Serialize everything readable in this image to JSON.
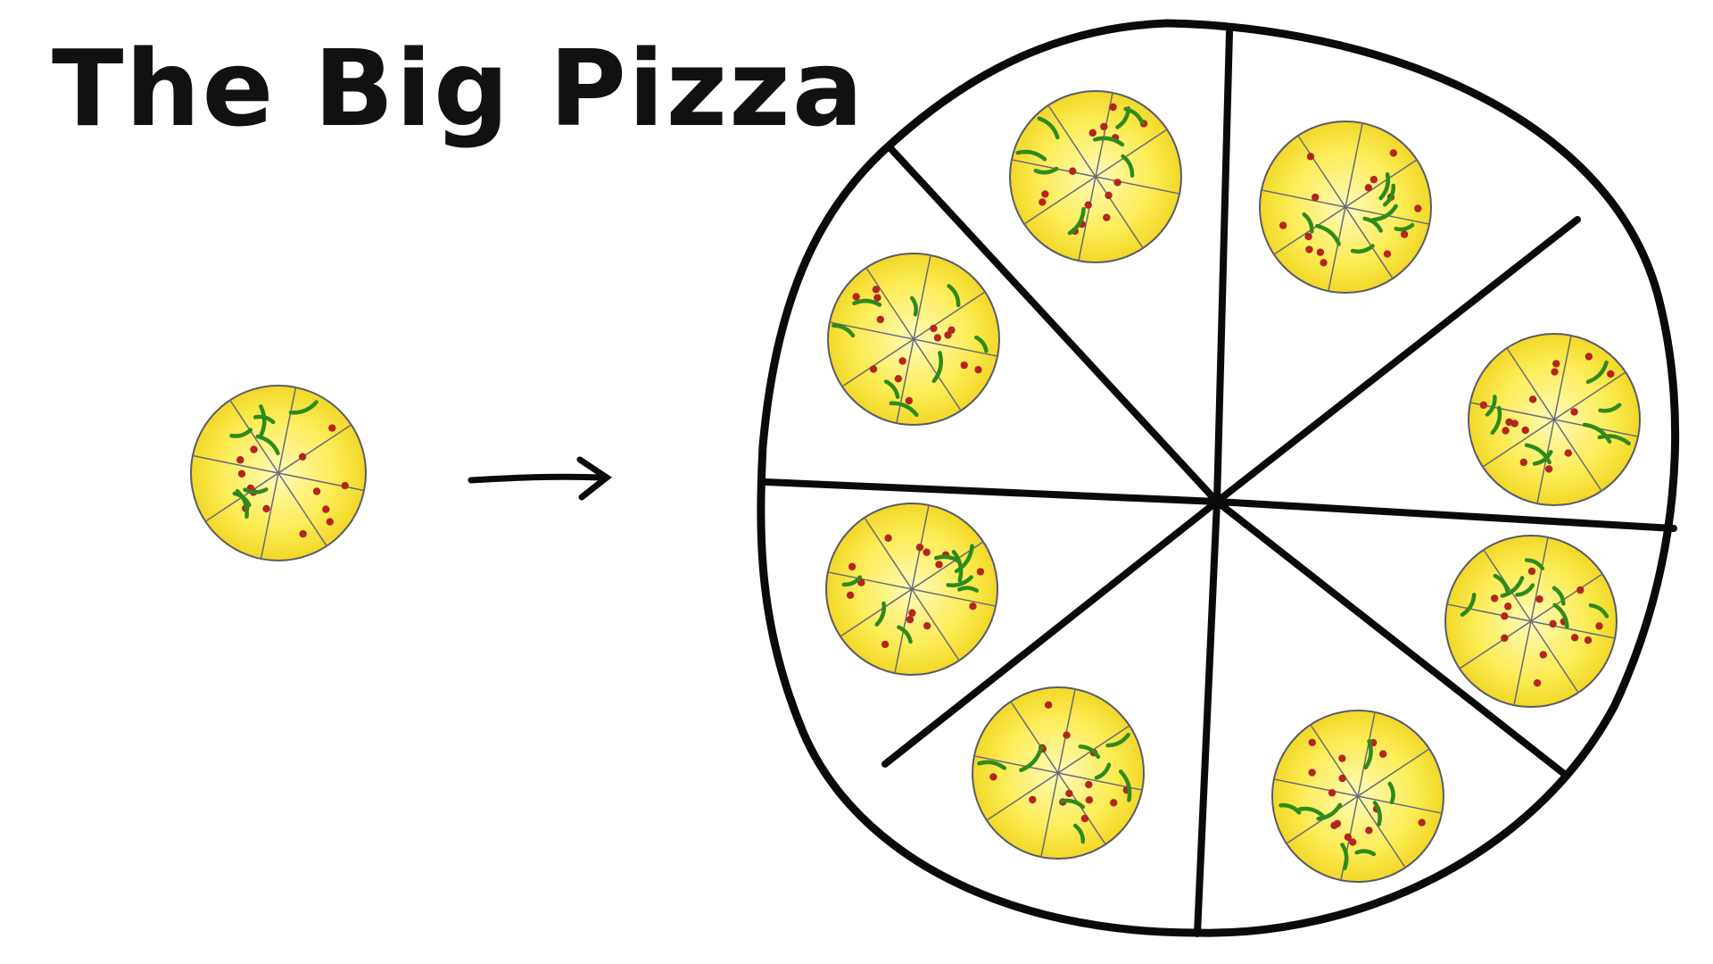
{
  "title": "The Big Pizza",
  "colors": {
    "ink": "#0a0a0a",
    "cheese_light": "#fff9a6",
    "cheese_dark": "#f2d51a",
    "pepperoni": "#b3261e",
    "pepper_green": "#2e8b1d",
    "slice_line": "#6a6a7a"
  },
  "icons": {
    "arrow": "arrow-right-icon",
    "small_pizza": "pizza-icon",
    "big_pizza": "large-pizza-icon"
  },
  "diagram": {
    "small_pizza_count": 1,
    "small_pizza_slices": 8,
    "big_pizza_slices": 8,
    "small_pizzas_in_big_pizza": 8
  }
}
